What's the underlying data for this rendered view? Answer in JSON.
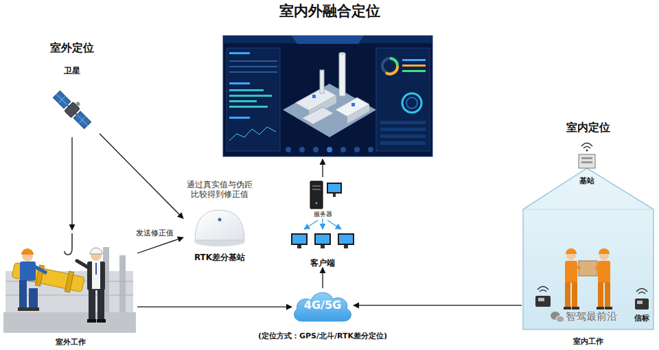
{
  "diagram": {
    "title": "室内外融合定位",
    "nodes": [
      {
        "text": [
          "卫星"
        ]
      },
      {
        "text": [
          "通过真实值与伪距比较得到修正值",
          "RTK差分基站"
        ]
      },
      {
        "text": [
          "服务器"
        ]
      },
      {
        "text": [
          "客户端"
        ]
      },
      {
        "text": [
          "室外工作"
        ]
      },
      {
        "text": [
          "4G/5G",
          "(定位方式：GPS/北斗/RTK差分定位)"
        ]
      },
      {
        "text": [
          "室内定位",
          "室内工作"
        ]
      },
      {
        "text": [
          "基站"
        ],
        "in": 6
      },
      {
        "text": [
          "信标"
        ],
        "in": 6
      }
    ],
    "edges": [
      {
        "from": 0,
        "to": 4,
        "arrow": "to"
      },
      {
        "from": 0,
        "to": 1,
        "arrow": "to"
      },
      {
        "from": 4,
        "to": 1,
        "label": "发送修正值",
        "arrow": "to"
      },
      {
        "from": 4,
        "to": 5,
        "arrow": "to"
      },
      {
        "from": 6,
        "to": 5,
        "arrow": "to"
      },
      {
        "from": 5,
        "to": 3,
        "arrow": "to"
      },
      {
        "from": 2,
        "to": 3,
        "arrow": "to"
      }
    ],
    "labels": [
      "室外定位",
      "智驾最前沿"
    ]
  }
}
